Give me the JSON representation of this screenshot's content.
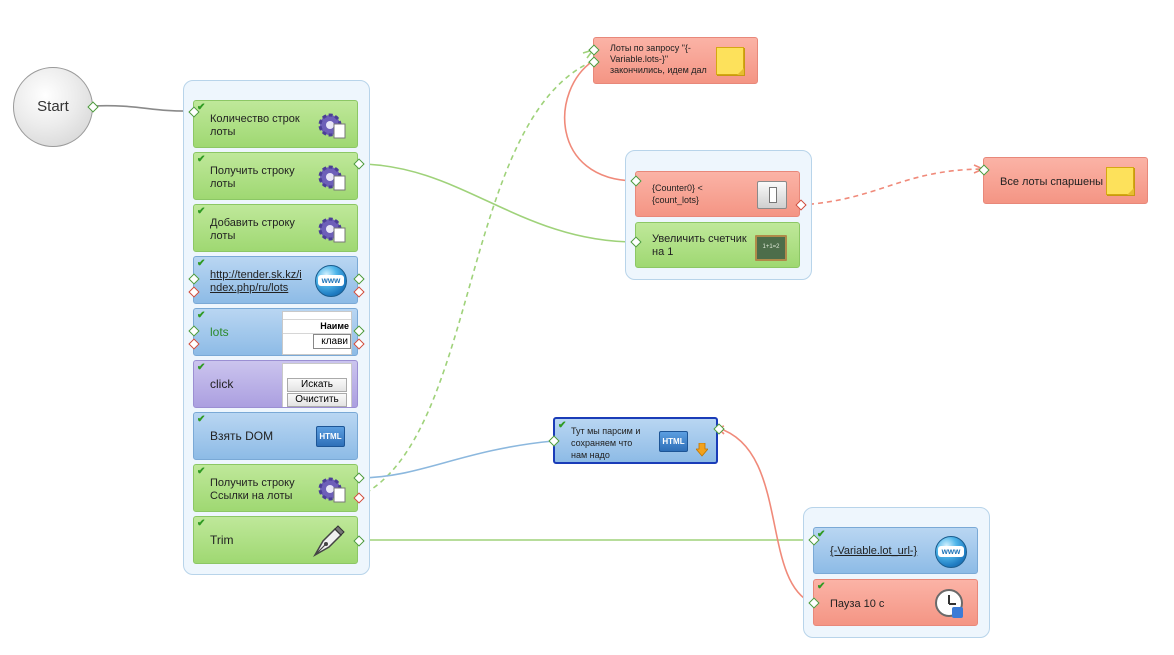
{
  "start": {
    "label": "Start"
  },
  "main_group": {
    "nodes": [
      {
        "label": "Количество строк\nлоты"
      },
      {
        "label": "Получить строку\nлоты"
      },
      {
        "label": "Добавить строку\nлоты"
      },
      {
        "label": "http://tender.sk.kz/i\nndex.php/ru/lots"
      },
      {
        "label": "lots",
        "thumb": [
          "",
          "Наиме",
          "клави"
        ]
      },
      {
        "label": "click",
        "thumb_buttons": [
          "Искать",
          "Очистить"
        ]
      },
      {
        "label": "Взять DOM"
      },
      {
        "label": "Получить строку\nСсылки на лоты"
      },
      {
        "label": "Trim"
      }
    ]
  },
  "note_top": {
    "label": "Лоты по запросу \"{-\nVariable.lots-}\"\nзакончились, идем дал"
  },
  "counter_group": {
    "condition": {
      "label": "{Counter0} <\n{count_lots}"
    },
    "increment": {
      "label": "Увеличить счетчик\nна 1"
    }
  },
  "note_right": {
    "label": "Все лоты спаршены"
  },
  "parse_node": {
    "label": "Тут мы парсим и\nсохраняем что\nнам надо"
  },
  "bottom_group": {
    "open_url": {
      "label": "{-Variable.lot_url-}"
    },
    "pause": {
      "label": "Пауза 10 с"
    }
  },
  "icons": {
    "html_badge": "HTML",
    "www_badge": "www",
    "board_text": "1+1=2"
  },
  "colors": {
    "green_node": "#a7dd7c",
    "blue_node": "#9cc6ec",
    "purple_node": "#b5abe5",
    "red_node": "#f7a090",
    "group_bg": "#eef6fd",
    "green_wire": "#9fd27a",
    "blue_wire": "#8cb8de",
    "red_wire": "#f08a7a"
  }
}
